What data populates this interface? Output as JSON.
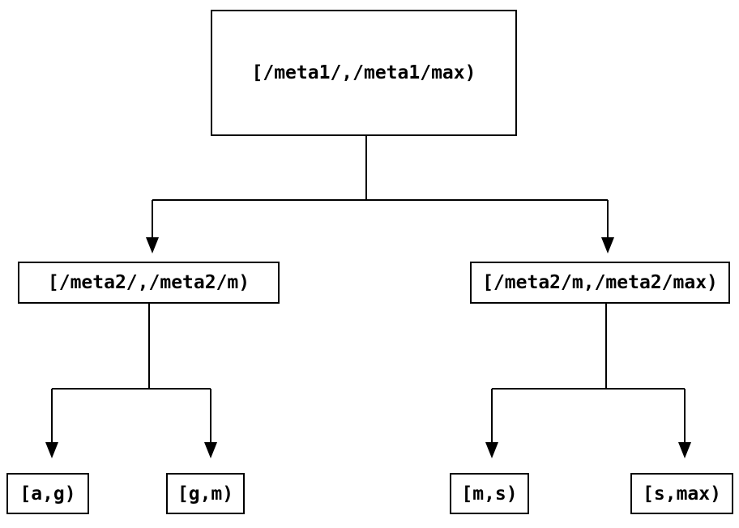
{
  "diagram": {
    "type": "interval-partition-tree",
    "colors": {
      "background": "#ffffff",
      "line": "#000000",
      "box_border": "#000000",
      "text": "#000000"
    },
    "root": {
      "label": "[/meta1/,/meta1/max)",
      "children": [
        {
          "label": "[/meta2/,/meta2/m)",
          "children": [
            {
              "label": "[a,g)"
            },
            {
              "label": "[g,m)"
            }
          ]
        },
        {
          "label": "[/meta2/m,/meta2/max)",
          "children": [
            {
              "label": "[m,s)"
            },
            {
              "label": "[s,max)"
            }
          ]
        }
      ]
    }
  }
}
